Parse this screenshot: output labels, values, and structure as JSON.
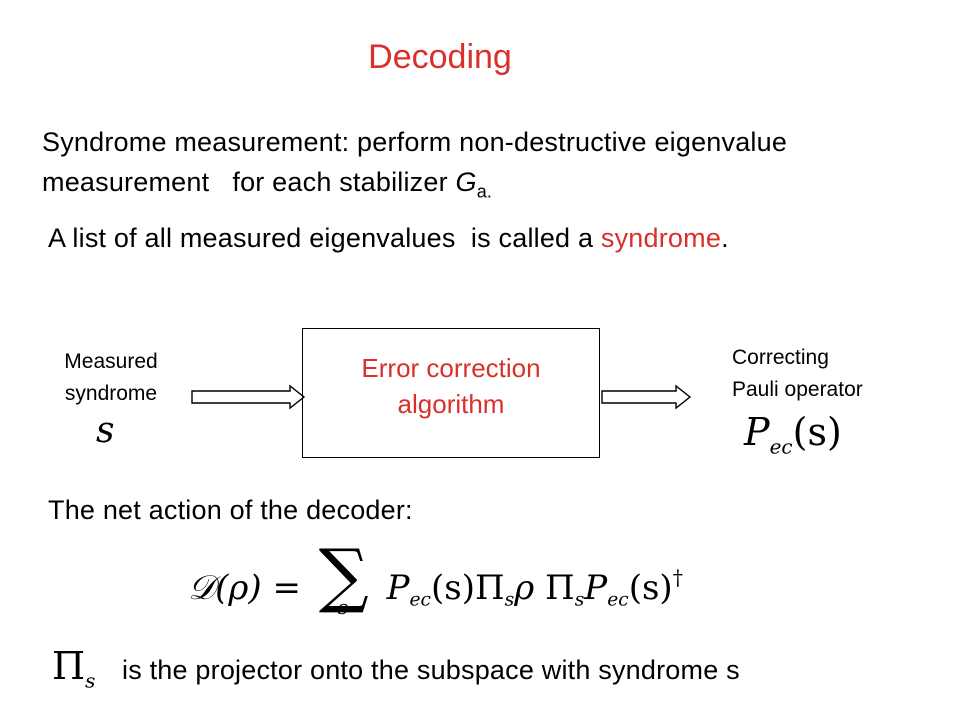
{
  "title": "Decoding",
  "paragraph1": {
    "line1": "Syndrome measurement: perform non-destructive eigenvalue",
    "line2_text": "measurement   for each stabilizer ",
    "line2_var": "G",
    "line2_sub": "a."
  },
  "paragraph2": {
    "before": "A list of all measured eigenvalues  is called a ",
    "highlight": "syndrome",
    "after": "."
  },
  "diagram": {
    "input_label_line1": "Measured",
    "input_label_line2": "syndrome",
    "input_symbol": "s",
    "box_label_line1": "Error correction",
    "box_label_line2": "algorithm",
    "output_label_line1": "Correcting",
    "output_label_line2": "Pauli operator",
    "output_symbol_P": "P",
    "output_symbol_sub": "ec",
    "output_symbol_arg": "(s)"
  },
  "net_action_label": "The net action of the decoder:",
  "formula": {
    "lhs": "𝒟(ρ) = ",
    "sigma": "∑",
    "sigma_index": "s",
    "term1_P": "P",
    "term1_sub": "ec",
    "term1_arg": "(s)",
    "pi": "Π",
    "pi_sub": "s",
    "rho": "ρ",
    "dagger": "†"
  },
  "projector": {
    "symbol": "Π",
    "symbol_sub": "s",
    "text": "is the projector onto the subspace with syndrome s"
  },
  "colors": {
    "accent_red": "#d9302c",
    "text": "#000000",
    "background": "#ffffff"
  }
}
